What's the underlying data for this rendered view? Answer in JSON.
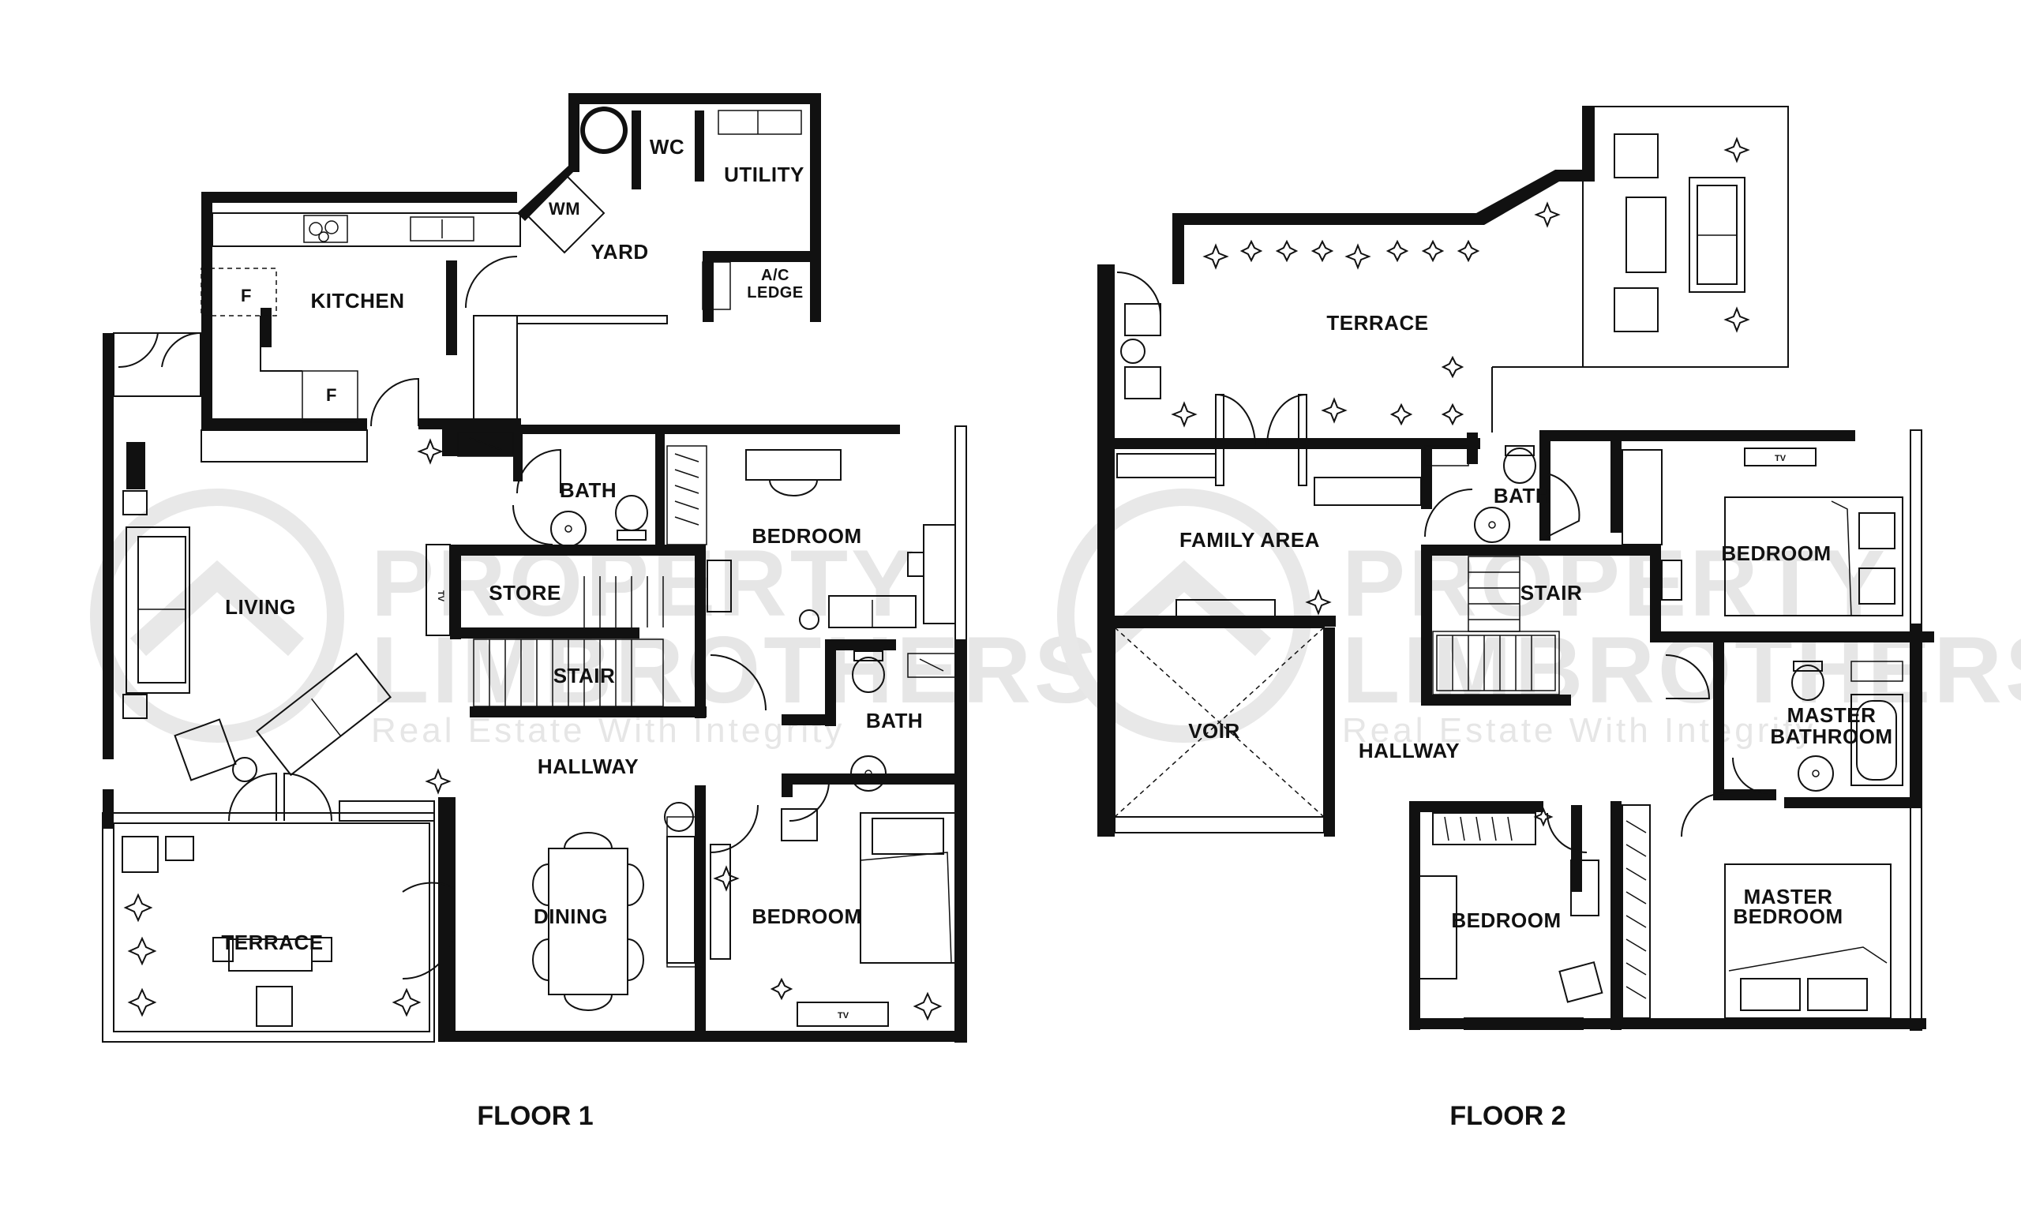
{
  "watermark": {
    "brand_line1": "PROPERTY",
    "brand_line2": "LIMBROTHERS",
    "tagline": "Real Estate With Integrity"
  },
  "floor1": {
    "title": "FLOOR 1",
    "rooms": {
      "wc": "WC",
      "utility": "UTILITY",
      "wm": "WM",
      "yard": "YARD",
      "ac_ledge_line1": "A/C",
      "ac_ledge_line2": "LEDGE",
      "kitchen": "KITCHEN",
      "fridge_1": "F",
      "fridge_2": "F",
      "bath_1": "BATH",
      "bedroom_1": "BEDROOM",
      "store": "STORE",
      "stair": "STAIR",
      "living": "LIVING",
      "bath_2": "BATH",
      "hallway": "HALLWAY",
      "dining": "DINING",
      "bedroom_2": "BEDROOM",
      "terrace": "TERRACE"
    },
    "tv_labels": {
      "living_tv": "TV",
      "bedroom_tv": "TV"
    }
  },
  "floor2": {
    "title": "FLOOR 2",
    "rooms": {
      "terrace": "TERRACE",
      "family_area": "FAMILY AREA",
      "bath": "BATH",
      "bedroom_1": "BEDROOM",
      "stair": "STAIR",
      "voir": "VOIR",
      "hallway": "HALLWAY",
      "master_bathroom_line1": "MASTER",
      "master_bathroom_line2": "BATHROOM",
      "bedroom_2": "BEDROOM",
      "master_bedroom_line1": "MASTER",
      "master_bedroom_line2": "BEDROOM"
    },
    "tv_labels": {
      "bedroom_tv": "TV"
    }
  },
  "colors": {
    "ink": "#111111",
    "watermark": "#e6e6e6",
    "background": "#ffffff"
  },
  "icons": [
    "plant-icon",
    "sofa-icon",
    "armchair-icon",
    "bed-icon",
    "toilet-icon",
    "sink-icon",
    "door-swing-icon",
    "stove-icon"
  ]
}
